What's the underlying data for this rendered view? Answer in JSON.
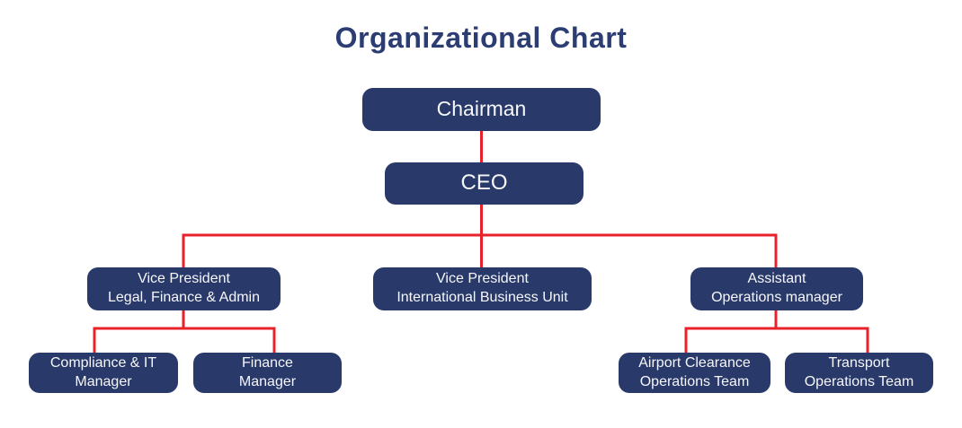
{
  "title": "Organizational Chart",
  "colors": {
    "background": "#ffffff",
    "box": "#28396a",
    "box_text": "#f7f7f9",
    "line": "#e8222a",
    "title": "#2b3d72"
  },
  "nodes": {
    "chairman": {
      "label": "Chairman"
    },
    "ceo": {
      "label": "CEO"
    },
    "vp_legal": {
      "label": "Vice President\nLegal, Finance & Admin"
    },
    "vp_international": {
      "label": "Vice President\nInternational Business Unit"
    },
    "assistant_ops": {
      "label": "Assistant\nOperations manager"
    },
    "compliance_it": {
      "label": "Compliance & IT\nManager"
    },
    "finance_manager": {
      "label": "Finance\nManager"
    },
    "airport_clearance": {
      "label": "Airport Clearance\nOperations Team"
    },
    "transport_ops": {
      "label": "Transport\nOperations Team"
    }
  },
  "hierarchy": [
    {
      "parent": "chairman",
      "child": "ceo"
    },
    {
      "parent": "ceo",
      "child": "vp_legal"
    },
    {
      "parent": "ceo",
      "child": "vp_international"
    },
    {
      "parent": "ceo",
      "child": "assistant_ops"
    },
    {
      "parent": "vp_legal",
      "child": "compliance_it"
    },
    {
      "parent": "vp_legal",
      "child": "finance_manager"
    },
    {
      "parent": "assistant_ops",
      "child": "airport_clearance"
    },
    {
      "parent": "assistant_ops",
      "child": "transport_ops"
    }
  ]
}
